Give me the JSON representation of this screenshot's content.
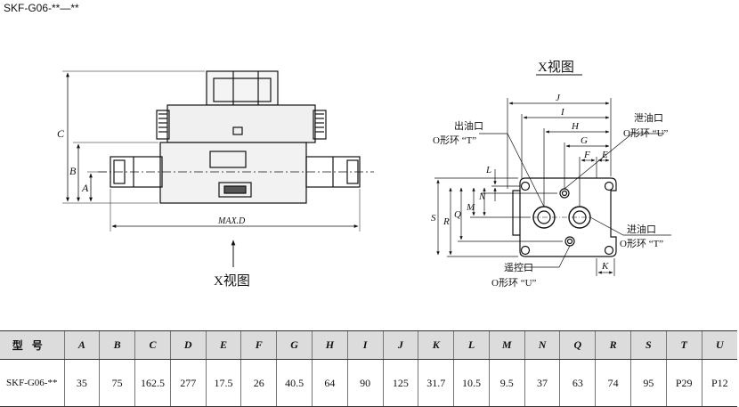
{
  "model_title": "SKF-G06-**—**",
  "front_view": {
    "dimension_labels": {
      "c": "C",
      "b": "B",
      "a": "A",
      "maxd": "MAX.D"
    },
    "arrow_label": "X视图"
  },
  "x_view": {
    "title": "X视图",
    "dimension_labels": {
      "j": "J",
      "i": "I",
      "h": "H",
      "g": "G",
      "f": "F",
      "e": "E",
      "l": "L",
      "n": "N",
      "m": "M",
      "s": "S",
      "r": "R",
      "q": "Q",
      "k": "K"
    },
    "callouts": {
      "outlet_t": {
        "line1": "出油口",
        "line2": "O形环 “T”"
      },
      "drain_u": {
        "line1": "泄油口",
        "line2": "O形环 “U”"
      },
      "inlet_t": {
        "line1": "进油口",
        "line2": "O形环 “T”"
      },
      "pilot_u": {
        "line1": "遥控口",
        "line2": "O形环 “U”"
      }
    }
  },
  "table": {
    "header_label": "型号",
    "columns": [
      "A",
      "B",
      "C",
      "D",
      "E",
      "F",
      "G",
      "H",
      "I",
      "J",
      "K",
      "L",
      "M",
      "N",
      "Q",
      "R",
      "S",
      "T",
      "U"
    ],
    "row": {
      "model": "SKF-G06-**",
      "values": [
        "35",
        "75",
        "162.5",
        "277",
        "17.5",
        "26",
        "40.5",
        "64",
        "90",
        "125",
        "31.7",
        "10.5",
        "9.5",
        "37",
        "63",
        "74",
        "95",
        "P29",
        "P12"
      ]
    }
  }
}
